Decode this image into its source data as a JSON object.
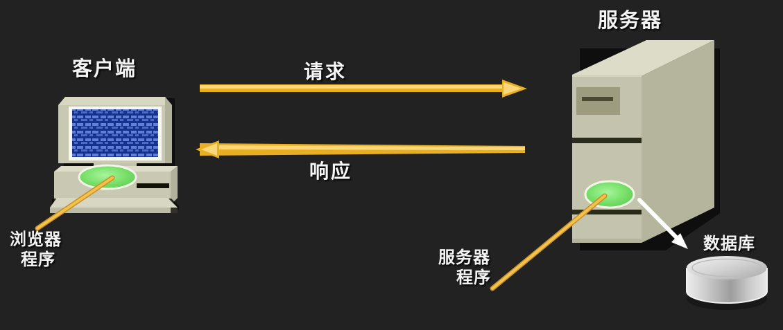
{
  "diagram": {
    "background_color": "#222222",
    "type": "client-server-architecture",
    "titles": {
      "client": "客户端",
      "server": "服务器"
    },
    "arrows": [
      {
        "name": "request-arrow",
        "label": "请求",
        "direction": "right",
        "color": "#f0b323",
        "from": "client",
        "to": "server"
      },
      {
        "name": "response-arrow",
        "label": "响应",
        "direction": "left",
        "color": "#f0b323",
        "from": "server",
        "to": "client"
      }
    ],
    "annotations": {
      "browser_program_line1": "浏览器",
      "browser_program_line2": "程序",
      "server_program_line1": "服务器",
      "server_program_line2": "程序",
      "database": "数据库"
    },
    "colors": {
      "arrow_gold": "#f0b323",
      "arrow_gold_light": "#fbd77a",
      "case_beige": "#c9c8b2",
      "case_light": "#dcdcc8",
      "case_shadow": "#a9a894",
      "screen_blue_dark": "#132f86",
      "screen_blue_light": "#4a6fd0",
      "status_green": "#79e06a",
      "pointer_white": "#ffffff",
      "text_white": "#f3f3f3",
      "db_silver": "#d8d8d8"
    }
  }
}
